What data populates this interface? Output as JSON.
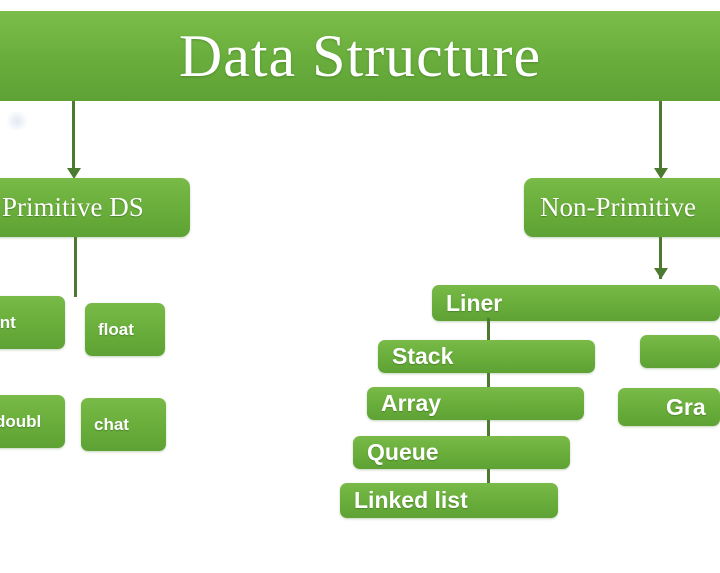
{
  "diagram": {
    "title": "Data Structure",
    "accent_color": "#6aae3b",
    "accent_dark": "#4c7a2e",
    "text_color": "#ffffff",
    "background": "#ffffff"
  },
  "level1": [
    {
      "label": "Primitive DS",
      "clipped": "left"
    },
    {
      "label": "Non-Primitive",
      "clipped": "right"
    }
  ],
  "primitive_types": [
    {
      "label": "Int",
      "clipped": "left"
    },
    {
      "label": "float",
      "clipped": "none"
    },
    {
      "label": "doubl",
      "clipped": "left"
    },
    {
      "label": "chat",
      "clipped": "none"
    }
  ],
  "nonprimitive": {
    "linear_label": "Liner",
    "linear_items": [
      {
        "label": "Stack"
      },
      {
        "label": "Array"
      },
      {
        "label": "Queue"
      },
      {
        "label": "Linked list"
      }
    ],
    "right_branch": [
      {
        "label": "",
        "clipped": "right"
      },
      {
        "label": "Gra",
        "clipped": "right"
      }
    ]
  }
}
